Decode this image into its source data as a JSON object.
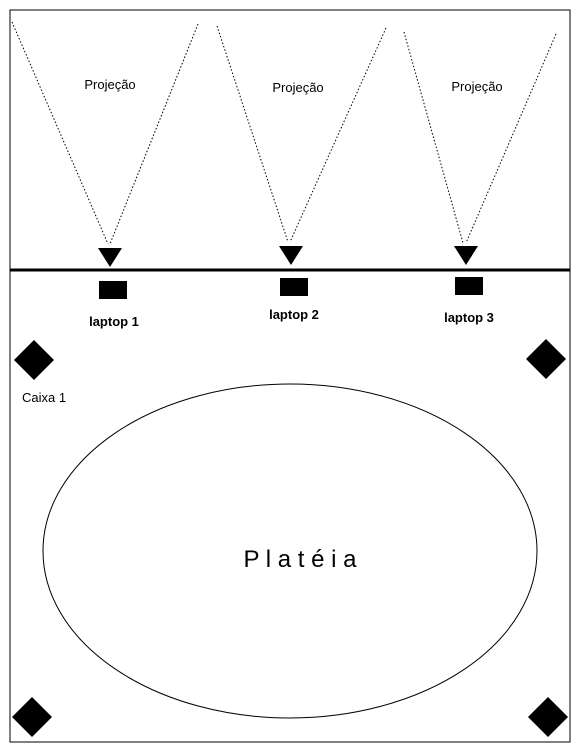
{
  "projections": [
    {
      "label": "Projeção"
    },
    {
      "label": "Projeção"
    },
    {
      "label": "Projeção"
    }
  ],
  "laptops": [
    {
      "label": "laptop 1"
    },
    {
      "label": "laptop 2"
    },
    {
      "label": "laptop 3"
    }
  ],
  "speakers": {
    "top_left_label": "Caixa 1"
  },
  "audience": {
    "label": "P l a t é i a"
  },
  "colors": {
    "ink": "#000000",
    "background": "#ffffff"
  }
}
